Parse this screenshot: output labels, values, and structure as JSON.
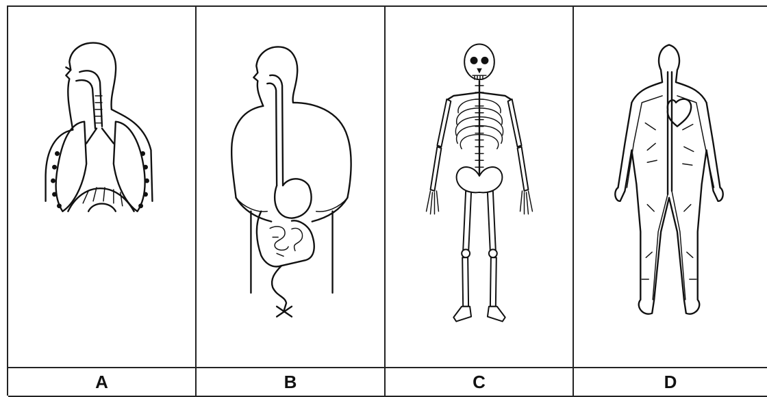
{
  "panels": [
    {
      "label": "A",
      "icon": "respiratory-system-icon"
    },
    {
      "label": "B",
      "icon": "digestive-system-icon"
    },
    {
      "label": "C",
      "icon": "skeletal-system-icon"
    },
    {
      "label": "D",
      "icon": "circulatory-system-icon"
    }
  ]
}
